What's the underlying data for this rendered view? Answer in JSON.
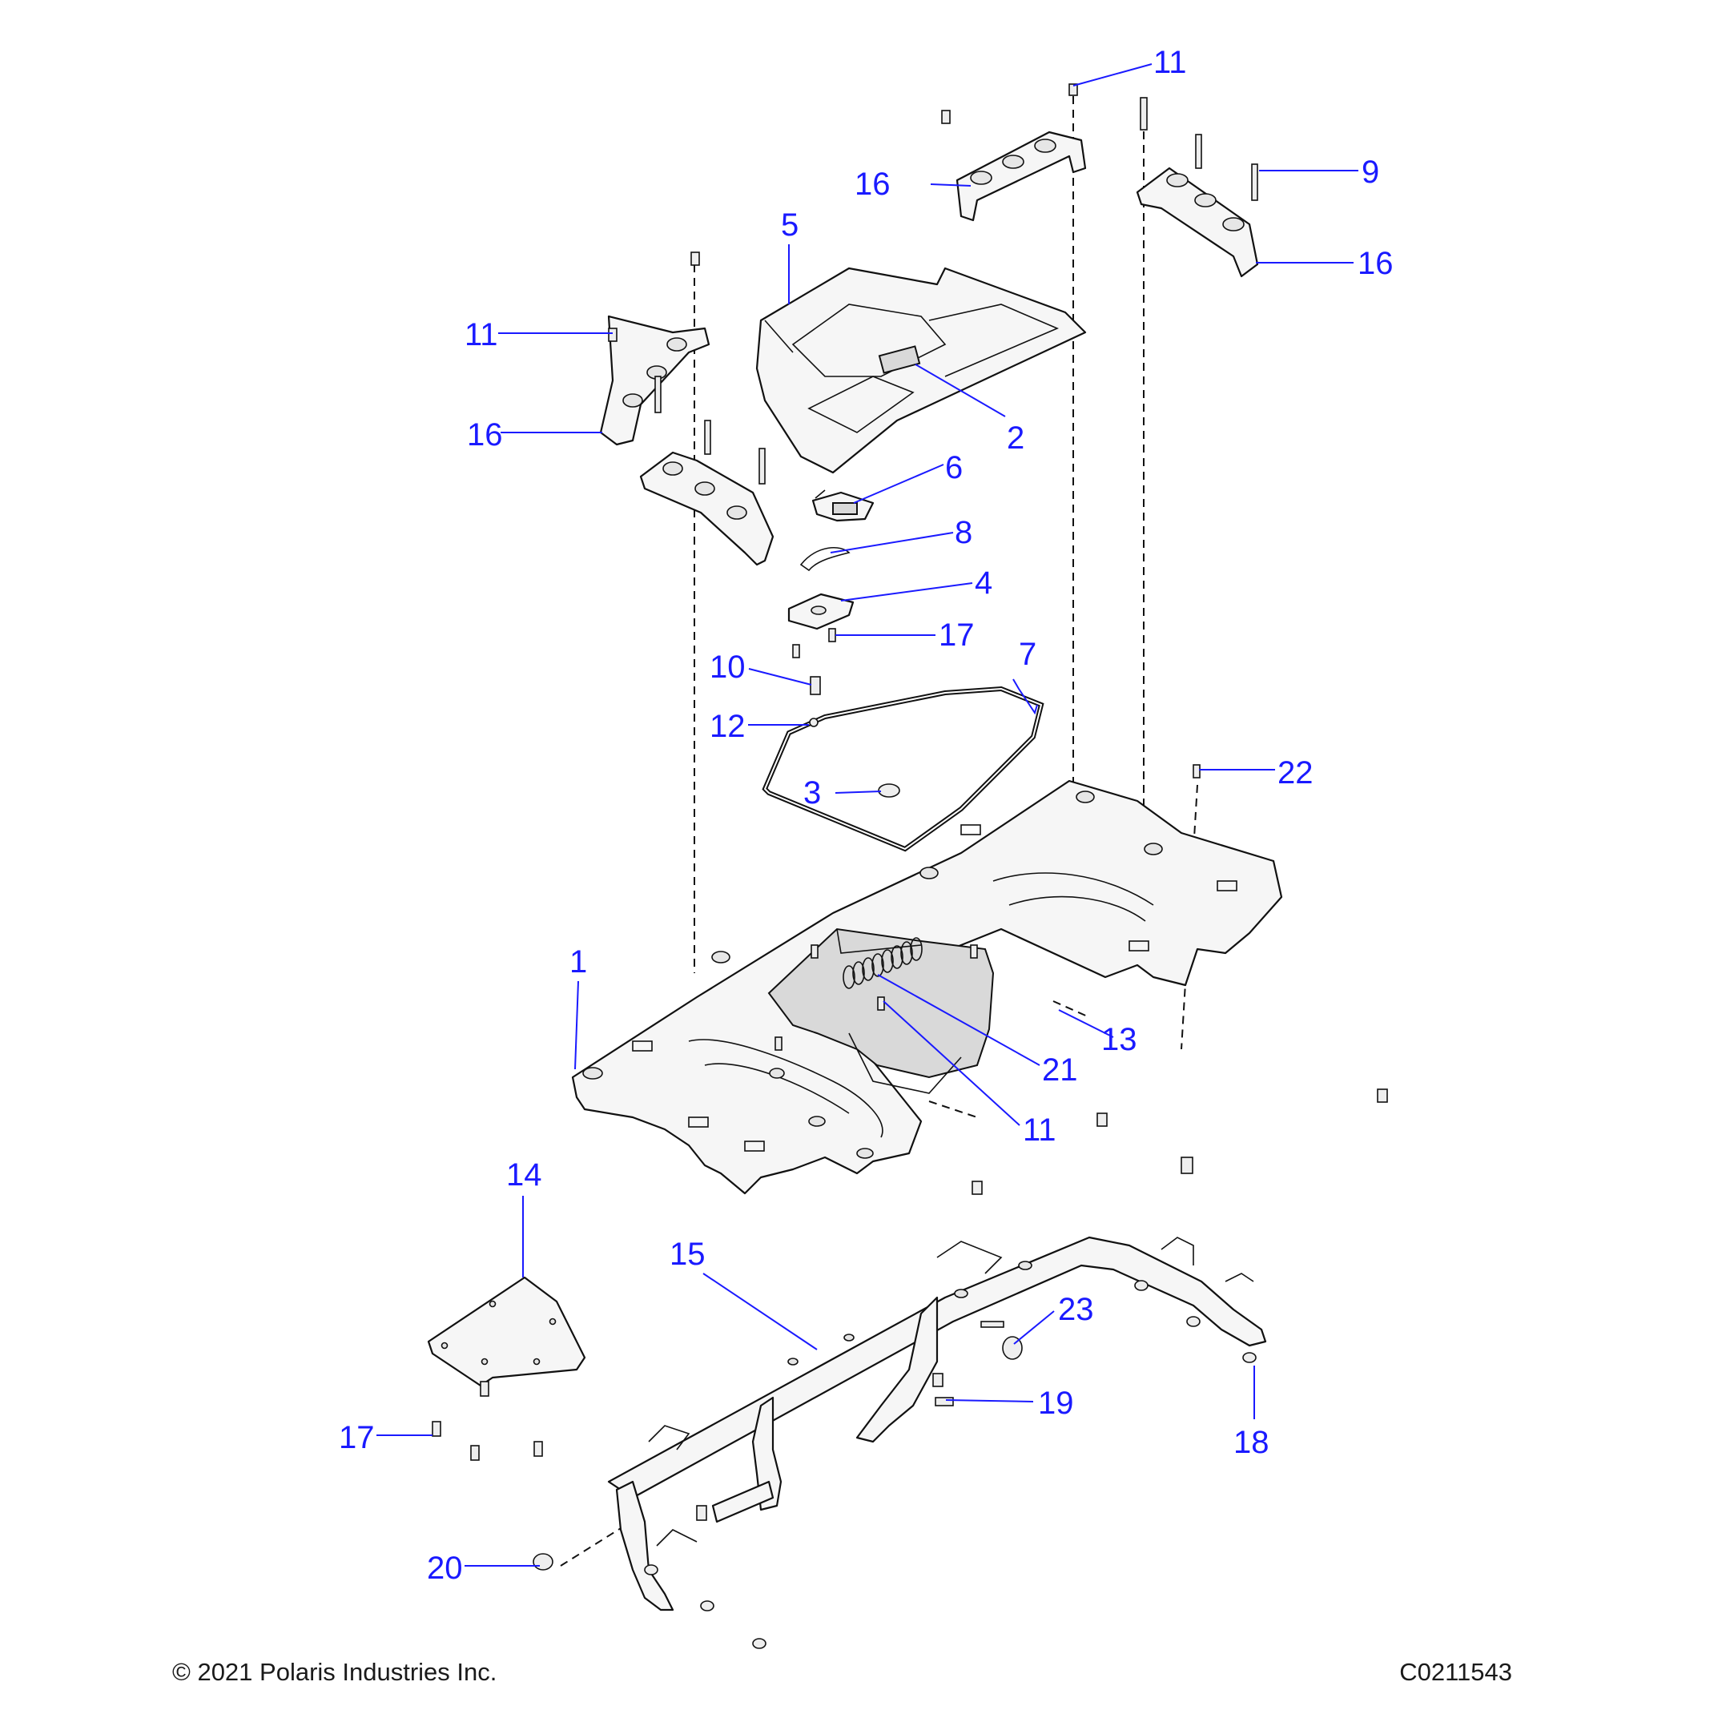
{
  "diagram": {
    "callouts": [
      {
        "id": "c11a",
        "label": "11"
      },
      {
        "id": "c9",
        "label": "9"
      },
      {
        "id": "c16a",
        "label": "16"
      },
      {
        "id": "c16b",
        "label": "16"
      },
      {
        "id": "c5",
        "label": "5"
      },
      {
        "id": "c11b",
        "label": "11"
      },
      {
        "id": "c16c",
        "label": "16"
      },
      {
        "id": "c2",
        "label": "2"
      },
      {
        "id": "c6",
        "label": "6"
      },
      {
        "id": "c8",
        "label": "8"
      },
      {
        "id": "c4",
        "label": "4"
      },
      {
        "id": "c17a",
        "label": "17"
      },
      {
        "id": "c7",
        "label": "7"
      },
      {
        "id": "c10",
        "label": "10"
      },
      {
        "id": "c12",
        "label": "12"
      },
      {
        "id": "c22",
        "label": "22"
      },
      {
        "id": "c3",
        "label": "3"
      },
      {
        "id": "c1",
        "label": "1"
      },
      {
        "id": "c13",
        "label": "13"
      },
      {
        "id": "c21",
        "label": "21"
      },
      {
        "id": "c11c",
        "label": "11"
      },
      {
        "id": "c14",
        "label": "14"
      },
      {
        "id": "c15",
        "label": "15"
      },
      {
        "id": "c23",
        "label": "23"
      },
      {
        "id": "c19",
        "label": "19"
      },
      {
        "id": "c18",
        "label": "18"
      },
      {
        "id": "c17b",
        "label": "17"
      },
      {
        "id": "c20",
        "label": "20"
      }
    ],
    "colors": {
      "callout_text": "#1a1aff",
      "leader_line": "#1a1aff",
      "part_outline": "#111111",
      "part_fill": "#f6f6f6"
    }
  },
  "footer": {
    "copyright": "© 2021 Polaris Industries Inc.",
    "drawing_id": "C0211543"
  }
}
